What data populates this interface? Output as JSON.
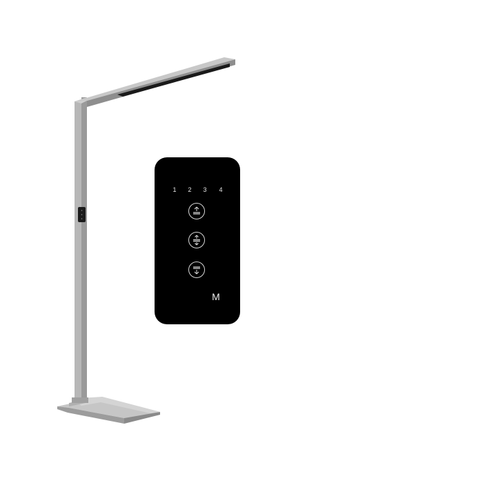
{
  "remote": {
    "levels": [
      "1",
      "2",
      "3",
      "4"
    ],
    "buttons": {
      "up": "light-up-icon",
      "center": "light-both-icon",
      "down": "light-down-icon"
    },
    "mode_label": "M"
  },
  "colors": {
    "lamp_body": "#a9a9a9",
    "lamp_shade": "#8c8c8c",
    "led_strip": "#1a1a1a",
    "remote": "#000000",
    "background": "#ffffff"
  }
}
